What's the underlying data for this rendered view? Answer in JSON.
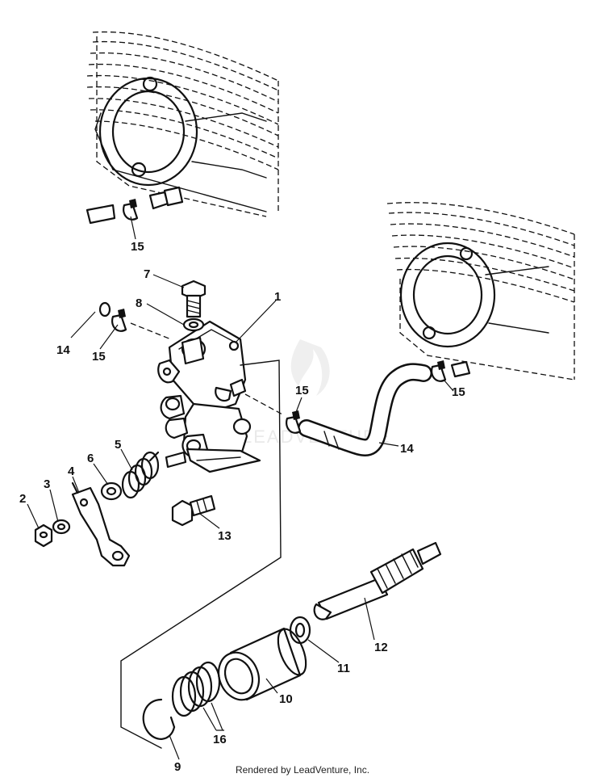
{
  "labels": {
    "l1": "1",
    "l2": "2",
    "l3": "3",
    "l4": "4",
    "l5": "5",
    "l6": "6",
    "l7": "7",
    "l8": "8",
    "l9": "9",
    "l10": "10",
    "l11": "11",
    "l12": "12",
    "l13": "13",
    "l14a": "14",
    "l14b": "14",
    "l15a": "15",
    "l15b": "15",
    "l15c": "15",
    "l15d": "15",
    "l16": "16"
  },
  "watermark": "LEADVENTURE",
  "footer": "Rendered by LeadVenture, Inc."
}
